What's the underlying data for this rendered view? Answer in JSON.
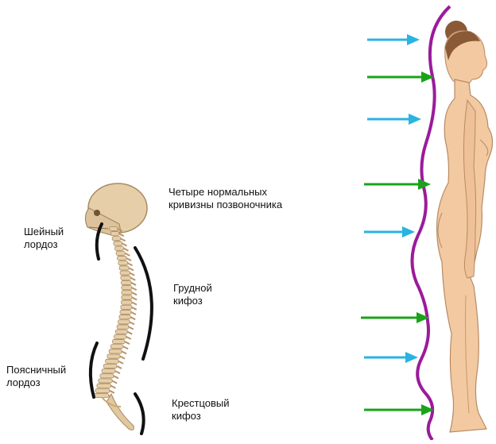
{
  "labels": {
    "title": "Четыре нормальных\nкривизны позвоночника",
    "cervical": "Шейный\nлордоз",
    "thoracic": "Грудной\nкифоз",
    "lumbar": "Поясничный\nлордоз",
    "sacral": "Крестцовый\nкифоз"
  },
  "colors": {
    "spine_outline": "#9b1b9b",
    "arrow_blue": "#29b3e0",
    "arrow_green": "#1aa31a",
    "bone": "#e6cfa8",
    "skin": "#f2c9a0",
    "hair": "#8a5a36",
    "curve_bracket": "#111111"
  },
  "icons": [
    "skull-icon",
    "spine-icon",
    "woman-silhouette-icon",
    "arrow-icon"
  ]
}
